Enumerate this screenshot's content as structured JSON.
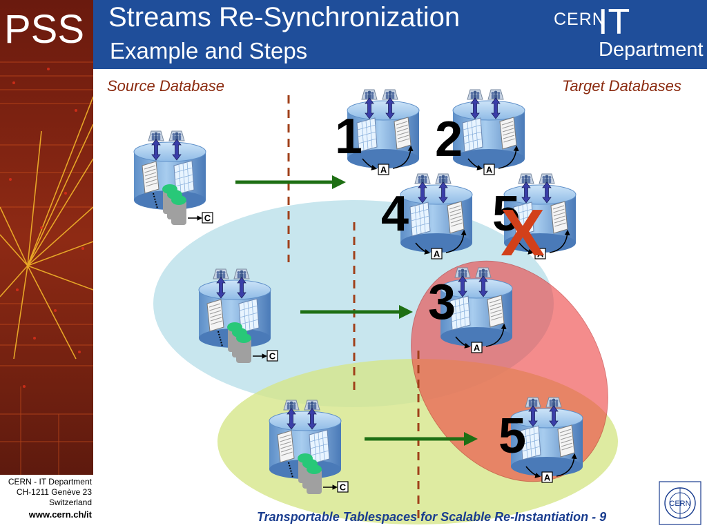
{
  "header": {
    "title": "Streams Re-Synchronization",
    "subtitle": "Example and Steps",
    "logo_cern": "CERN",
    "logo_it": "IT",
    "logo_department": "Department"
  },
  "sidebar": {
    "logo_text": "PSS",
    "footer_lines": [
      "CERN - IT Department",
      "CH-1211 Genève 23",
      "Switzerland"
    ],
    "footer_url": "www.cern.ch/it"
  },
  "labels": {
    "source": "Source Database",
    "target": "Target Databases"
  },
  "targets": [
    {
      "step": "1",
      "apply_tag": "A"
    },
    {
      "step": "2",
      "apply_tag": "A"
    },
    {
      "step": "4",
      "apply_tag": "A"
    },
    {
      "step": "5",
      "apply_tag": "A",
      "failed": true
    },
    {
      "step": "3",
      "apply_tag": "A"
    },
    {
      "step": "5",
      "apply_tag": "A"
    }
  ],
  "sources": [
    {
      "capture_tag": "C"
    },
    {
      "capture_tag": "C"
    },
    {
      "capture_tag": "C"
    }
  ],
  "failure_mark": "X",
  "footer_title": "Transportable Tablespaces for Scalable Re-Instantiation - 9",
  "cern_logo_text": "CERN",
  "colors": {
    "header": "#1f4e9a",
    "arrow": "#1e6f14",
    "divider": "#a0401a",
    "label": "#8b2b10",
    "failure": "#d2401a",
    "ellipse_blue": "#b6dde8",
    "ellipse_green": "#d6e68a",
    "ellipse_red": "#ee4040"
  }
}
